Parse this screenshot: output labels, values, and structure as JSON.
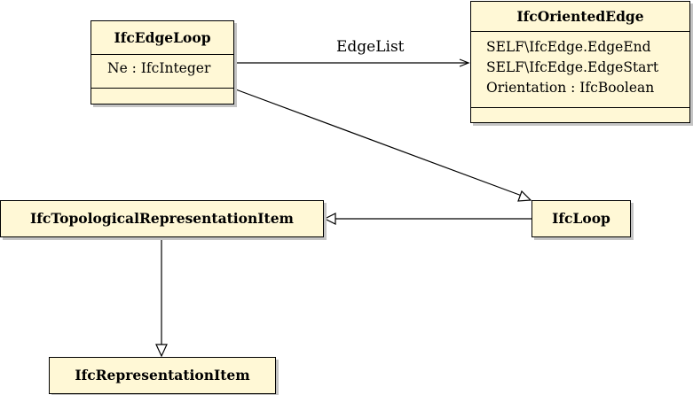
{
  "classes": {
    "edge_loop": {
      "name": "IfcEdgeLoop",
      "attributes": [
        "Ne : IfcInteger"
      ]
    },
    "oriented_edge": {
      "name": "IfcOrientedEdge",
      "attributes": [
        "SELF\\IfcEdge.EdgeEnd",
        "SELF\\IfcEdge.EdgeStart",
        "Orientation : IfcBoolean"
      ]
    },
    "topological_item": {
      "name": "IfcTopologicalRepresentationItem"
    },
    "loop": {
      "name": "IfcLoop"
    },
    "representation_item": {
      "name": "IfcRepresentationItem"
    }
  },
  "relations": {
    "edge_list_label": "EdgeList"
  },
  "colors": {
    "class_fill": "#fff8d6",
    "stroke": "#000000",
    "shadow": "#c4c4c4"
  }
}
